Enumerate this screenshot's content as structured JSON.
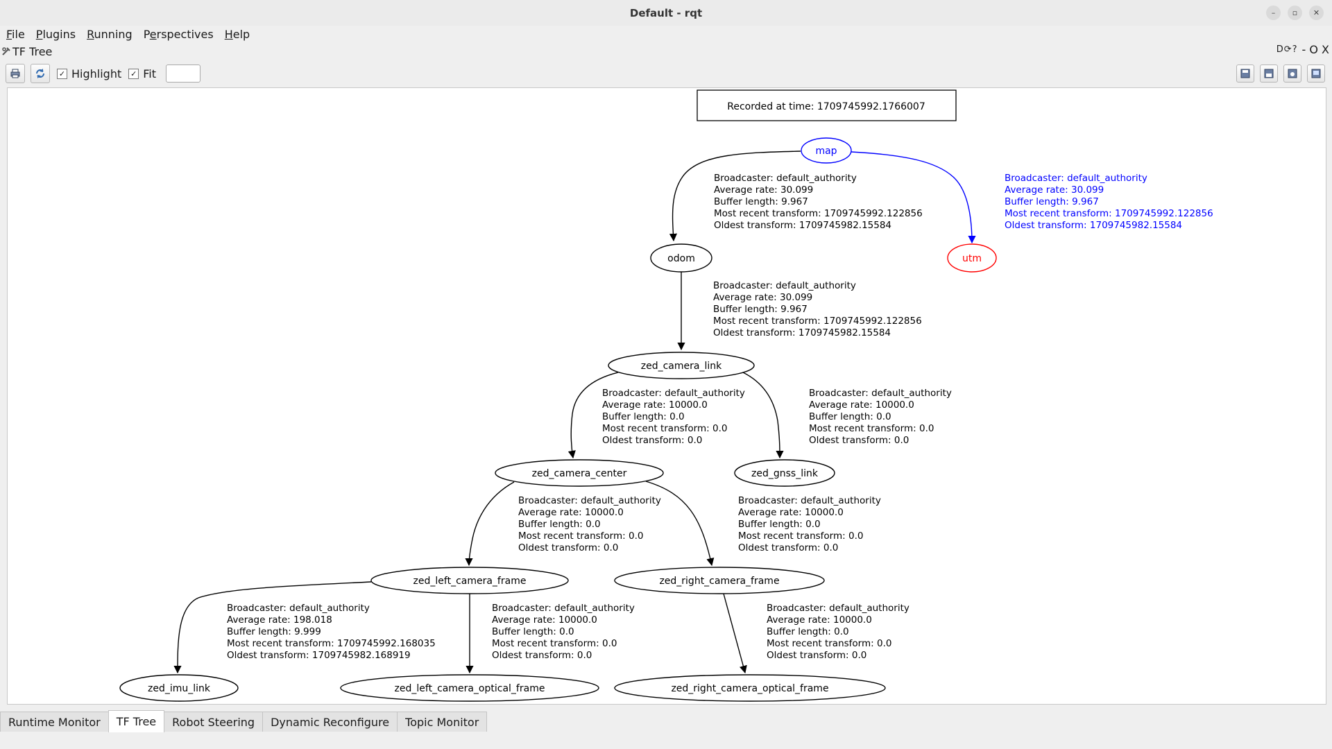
{
  "window": {
    "title": "Default - rqt",
    "buttons": [
      "–",
      "▫",
      "✕"
    ]
  },
  "menubar": [
    {
      "pre": "",
      "u": "F",
      "post": "ile"
    },
    {
      "pre": "",
      "u": "P",
      "post": "lugins"
    },
    {
      "pre": "",
      "u": "R",
      "post": "unning"
    },
    {
      "pre": "P",
      "u": "e",
      "post": "rspectives"
    },
    {
      "pre": "",
      "u": "H",
      "post": "elp"
    }
  ],
  "plugin": {
    "title": "TF Tree",
    "dock_icons": "D⟳?",
    "dock_controls": "- O X"
  },
  "toolbar": {
    "highlight_label": "Highlight",
    "highlight_checked": "✓",
    "fit_label": "Fit",
    "fit_checked": "✓",
    "input_value": ""
  },
  "graph": {
    "recorded": "Recorded at time: 1709745992.1766007",
    "nodes": [
      {
        "id": "map",
        "label": "map",
        "color": "#0000ff"
      },
      {
        "id": "utm",
        "label": "utm",
        "color": "#ff0000"
      },
      {
        "id": "odom",
        "label": "odom",
        "color": "#000000"
      },
      {
        "id": "zed_camera_link",
        "label": "zed_camera_link",
        "color": "#000000"
      },
      {
        "id": "zed_camera_center",
        "label": "zed_camera_center",
        "color": "#000000"
      },
      {
        "id": "zed_gnss_link",
        "label": "zed_gnss_link",
        "color": "#000000"
      },
      {
        "id": "zed_left_camera_frame",
        "label": "zed_left_camera_frame",
        "color": "#000000"
      },
      {
        "id": "zed_right_camera_frame",
        "label": "zed_right_camera_frame",
        "color": "#000000"
      },
      {
        "id": "zed_imu_link",
        "label": "zed_imu_link",
        "color": "#000000"
      },
      {
        "id": "zed_left_camera_optical_frame",
        "label": "zed_left_camera_optical_frame",
        "color": "#000000"
      },
      {
        "id": "zed_right_camera_optical_frame",
        "label": "zed_right_camera_optical_frame",
        "color": "#000000"
      }
    ],
    "edges": [
      {
        "from": "map",
        "to": "odom",
        "color": "#000000",
        "lines": [
          "Broadcaster: default_authority",
          "Average rate: 30.099",
          "Buffer length: 9.967",
          "Most recent transform: 1709745992.122856",
          "Oldest transform: 1709745982.15584"
        ]
      },
      {
        "from": "map",
        "to": "utm",
        "color": "#0000ff",
        "lines": [
          "Broadcaster: default_authority",
          "Average rate: 30.099",
          "Buffer length: 9.967",
          "Most recent transform: 1709745992.122856",
          "Oldest transform: 1709745982.15584"
        ]
      },
      {
        "from": "odom",
        "to": "zed_camera_link",
        "color": "#000000",
        "lines": [
          "Broadcaster: default_authority",
          "Average rate: 30.099",
          "Buffer length: 9.967",
          "Most recent transform: 1709745992.122856",
          "Oldest transform: 1709745982.15584"
        ]
      },
      {
        "from": "zed_camera_link",
        "to": "zed_camera_center",
        "color": "#000000",
        "lines": [
          "Broadcaster: default_authority",
          "Average rate: 10000.0",
          "Buffer length: 0.0",
          "Most recent transform: 0.0",
          "Oldest transform: 0.0"
        ]
      },
      {
        "from": "zed_camera_link",
        "to": "zed_gnss_link",
        "color": "#000000",
        "lines": [
          "Broadcaster: default_authority",
          "Average rate: 10000.0",
          "Buffer length: 0.0",
          "Most recent transform: 0.0",
          "Oldest transform: 0.0"
        ]
      },
      {
        "from": "zed_camera_center",
        "to": "zed_left_camera_frame",
        "color": "#000000",
        "lines": [
          "Broadcaster: default_authority",
          "Average rate: 10000.0",
          "Buffer length: 0.0",
          "Most recent transform: 0.0",
          "Oldest transform: 0.0"
        ]
      },
      {
        "from": "zed_camera_center",
        "to": "zed_right_camera_frame",
        "color": "#000000",
        "lines": [
          "Broadcaster: default_authority",
          "Average rate: 10000.0",
          "Buffer length: 0.0",
          "Most recent transform: 0.0",
          "Oldest transform: 0.0"
        ]
      },
      {
        "from": "zed_left_camera_frame",
        "to": "zed_imu_link",
        "color": "#000000",
        "lines": [
          "Broadcaster: default_authority",
          "Average rate: 198.018",
          "Buffer length: 9.999",
          "Most recent transform: 1709745992.168035",
          "Oldest transform: 1709745982.168919"
        ]
      },
      {
        "from": "zed_left_camera_frame",
        "to": "zed_left_camera_optical_frame",
        "color": "#000000",
        "lines": [
          "Broadcaster: default_authority",
          "Average rate: 10000.0",
          "Buffer length: 0.0",
          "Most recent transform: 0.0",
          "Oldest transform: 0.0"
        ]
      },
      {
        "from": "zed_right_camera_frame",
        "to": "zed_right_camera_optical_frame",
        "color": "#000000",
        "lines": [
          "Broadcaster: default_authority",
          "Average rate: 10000.0",
          "Buffer length: 0.0",
          "Most recent transform: 0.0",
          "Oldest transform: 0.0"
        ]
      }
    ]
  },
  "tabs": [
    {
      "label": "Runtime Monitor",
      "active": false
    },
    {
      "label": "TF Tree",
      "active": true
    },
    {
      "label": "Robot Steering",
      "active": false
    },
    {
      "label": "Dynamic Reconfigure",
      "active": false
    },
    {
      "label": "Topic Monitor",
      "active": false
    }
  ]
}
